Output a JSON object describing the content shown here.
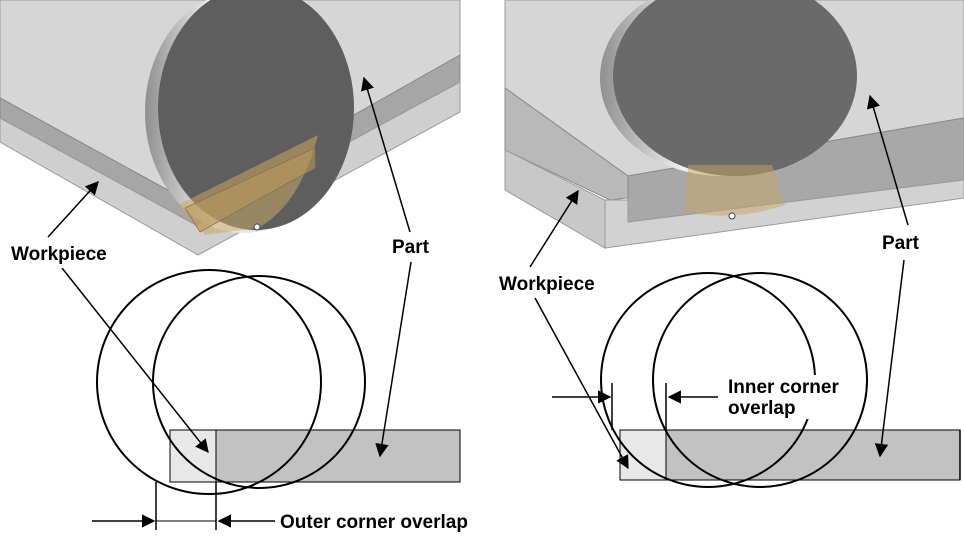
{
  "left_panel": {
    "workpiece_label": "Workpiece",
    "part_label": "Part",
    "overlap_label": "Outer corner overlap"
  },
  "right_panel": {
    "workpiece_label": "Workpiece",
    "part_label": "Part",
    "overlap_label_line1": "Inner corner",
    "overlap_label_line2": "overlap"
  },
  "colors": {
    "background": "#ffffff",
    "workpiece_top": "#d4d4d4",
    "workpiece_side": "#bdbdbd",
    "part_band": "#9c9c9c",
    "disc_face": "#5e5e5e",
    "disc_face_right": "#6a6a6a",
    "disc_rim": "#d8d8d8",
    "highlight": "#c8a565",
    "schematic_part": "#c2c2c2",
    "schematic_workpiece": "#e8e8e8",
    "line": "#000000"
  }
}
